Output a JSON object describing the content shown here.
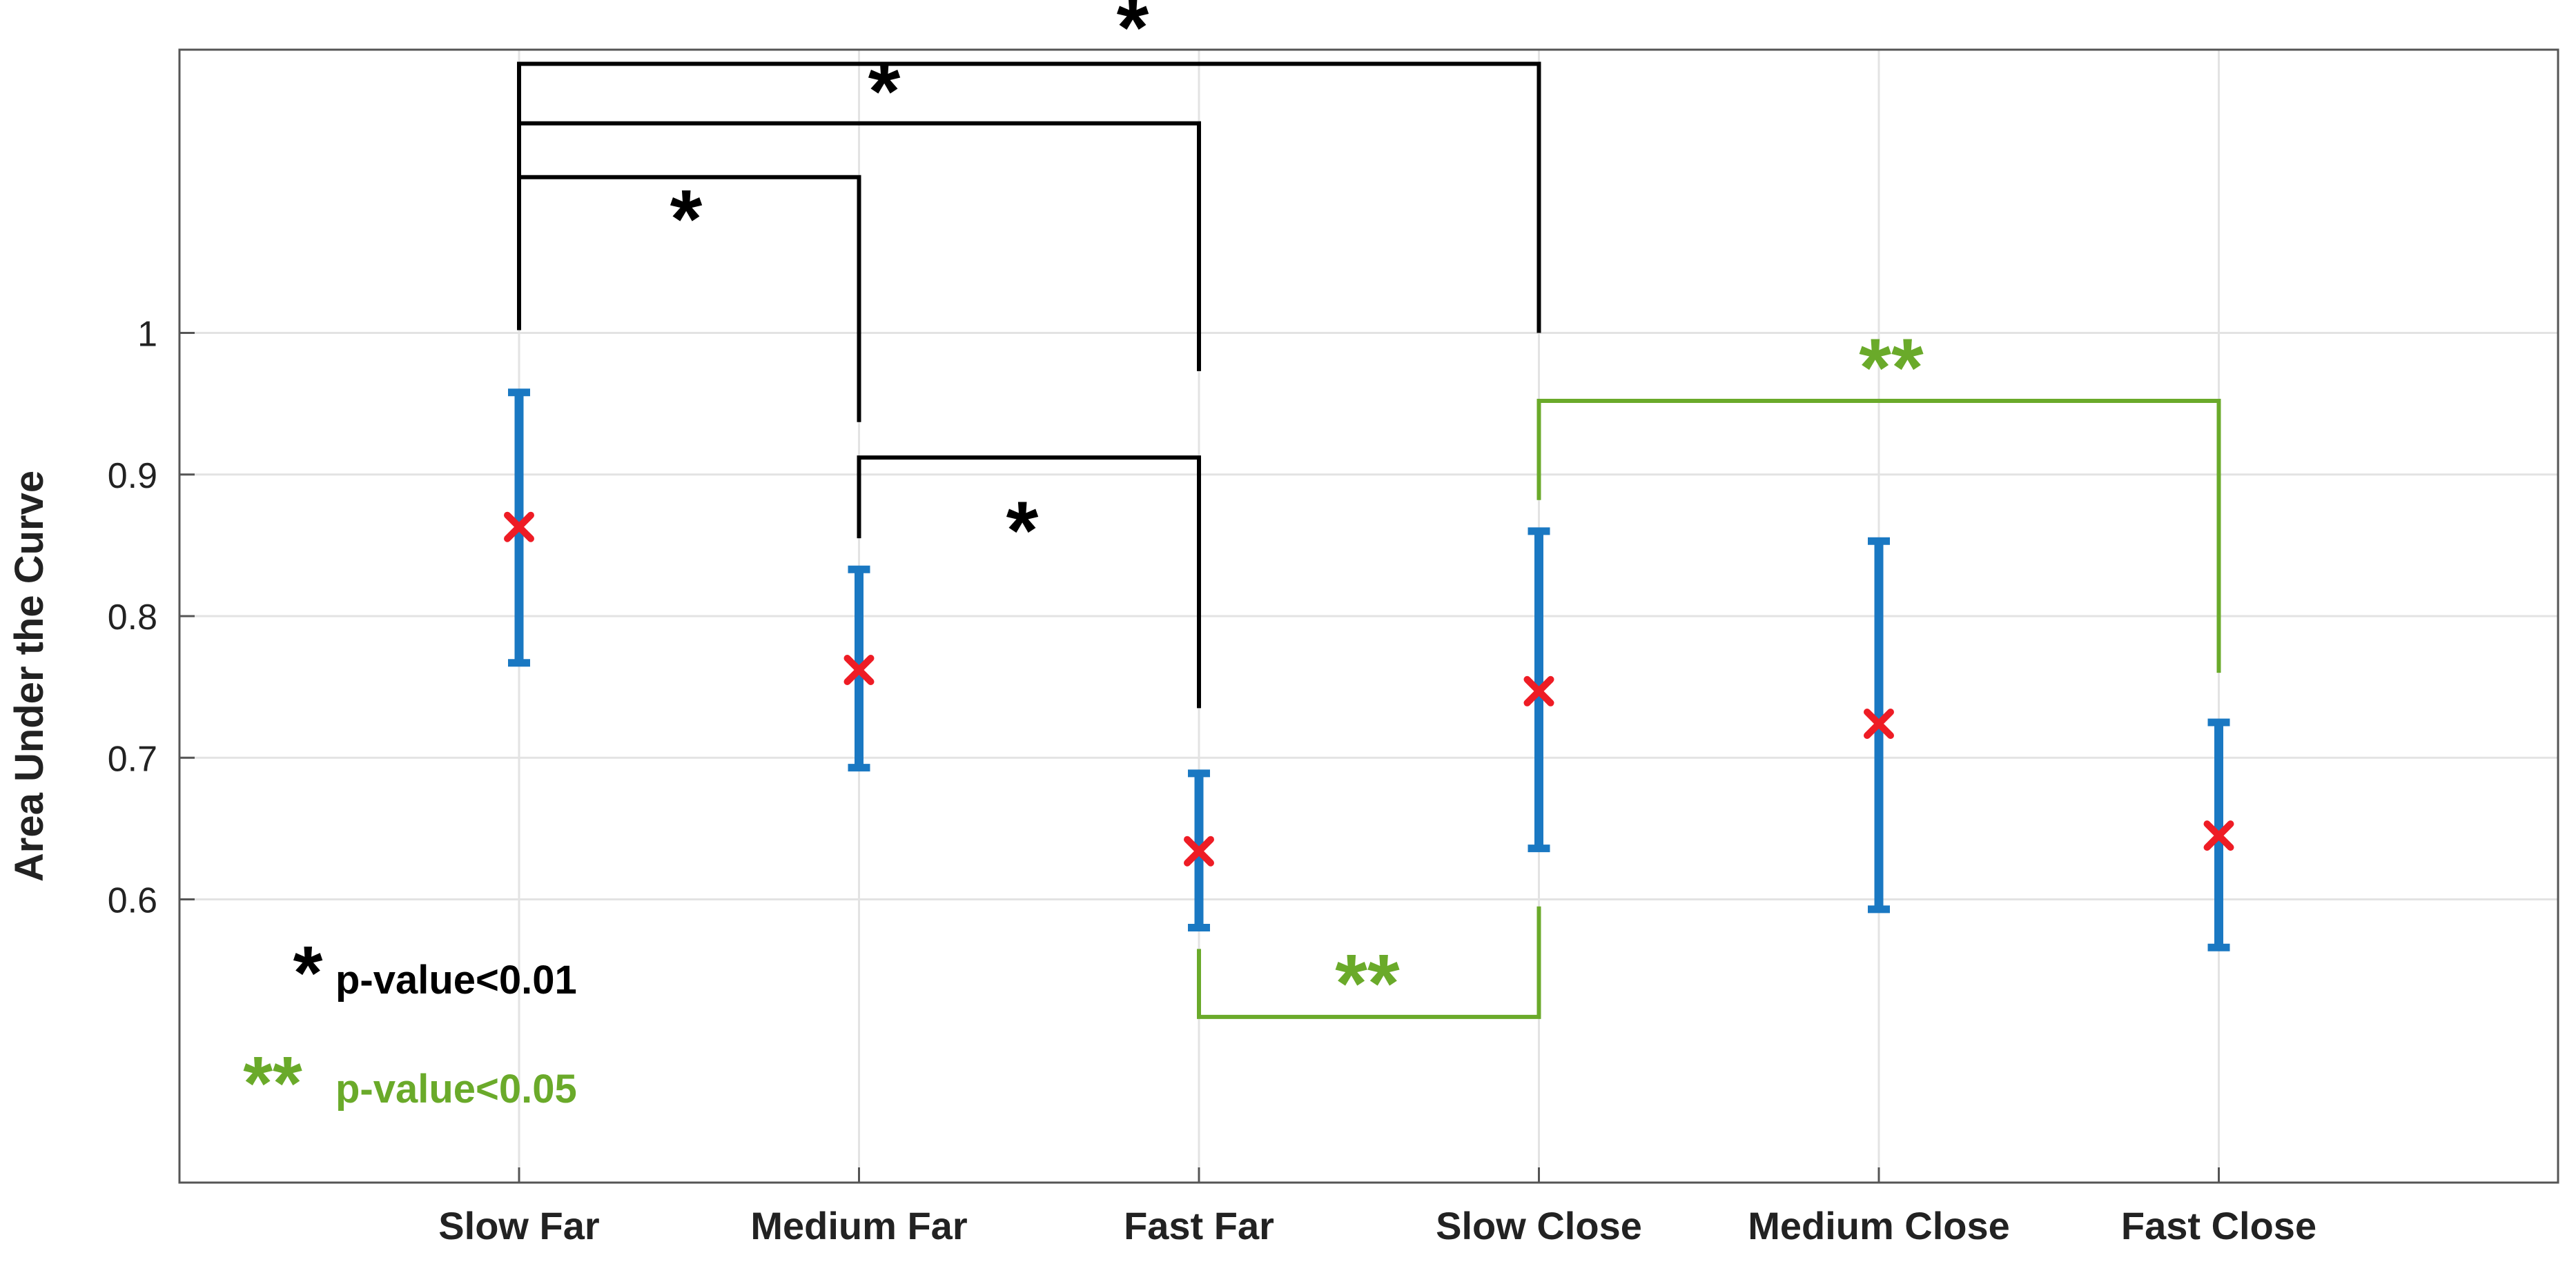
{
  "chart_data": {
    "type": "errorbar",
    "title": "",
    "xlabel": "",
    "ylabel": "Area Under the Curve",
    "categories": [
      "Slow Far",
      "Medium Far",
      "Fast Far",
      "Slow Close",
      "Medium Close",
      "Fast Close"
    ],
    "means": [
      0.863,
      0.762,
      0.634,
      0.747,
      0.724,
      0.645
    ],
    "lower": [
      0.767,
      0.693,
      0.58,
      0.636,
      0.593,
      0.566
    ],
    "upper": [
      0.958,
      0.833,
      0.689,
      0.86,
      0.853,
      0.725
    ],
    "y_ticks": [
      0.6,
      0.7,
      0.8,
      0.9,
      1
    ],
    "y_tick_labels": [
      "0.6",
      "0.7",
      "0.8",
      "0.9",
      "1"
    ],
    "ylim": [
      0.4,
      1.2
    ],
    "grid": true,
    "significance": [
      {
        "from": "Slow Far",
        "to": "Slow Close",
        "label": "*",
        "level": "p<0.01"
      },
      {
        "from": "Slow Far",
        "to": "Fast Far",
        "label": "*",
        "level": "p<0.01"
      },
      {
        "from": "Slow Far",
        "to": "Medium Far",
        "label": "*",
        "level": "p<0.01"
      },
      {
        "from": "Medium Far",
        "to": "Fast Far",
        "label": "*",
        "level": "p<0.01"
      },
      {
        "from": "Slow Close",
        "to": "Fast Close",
        "label": "**",
        "level": "p<0.05"
      },
      {
        "from": "Fast Far",
        "to": "Slow Close",
        "label": "**",
        "level": "p<0.05"
      }
    ],
    "legend": [
      {
        "symbol": "*",
        "text": "p-value<0.01",
        "color": "#000000"
      },
      {
        "symbol": "**",
        "text": "p-value<0.05",
        "color": "#6aaa2a"
      }
    ],
    "colors": {
      "errorbar": "#1a78c2",
      "mean_marker": "#ee1c25",
      "sig_01": "#000000",
      "sig_05": "#6aaa2a",
      "grid": "#e3e3e3",
      "axes": "#555555"
    }
  }
}
